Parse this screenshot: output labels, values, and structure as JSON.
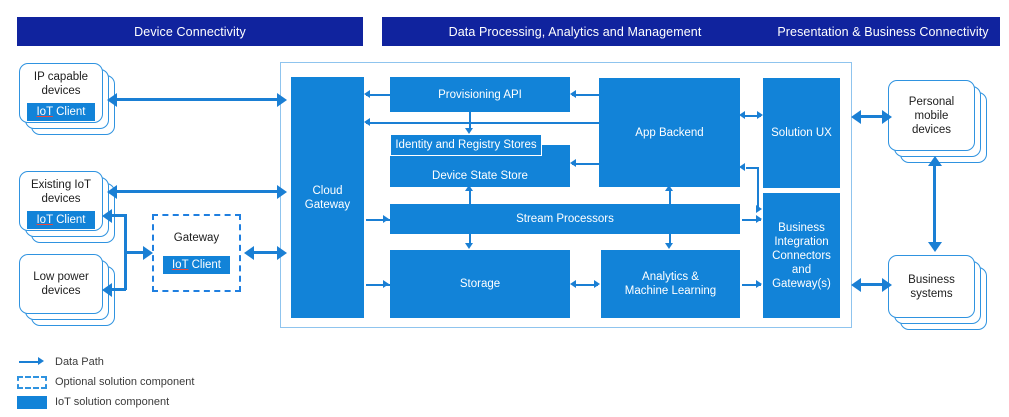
{
  "headers": [
    {
      "id": "device-connectivity",
      "label": "Device Connectivity"
    },
    {
      "id": "data-processing",
      "label": "Data Processing, Analytics and Management"
    },
    {
      "id": "presentation-business",
      "label": "Presentation & Business Connectivity"
    }
  ],
  "left_devices": [
    {
      "id": "ip-capable-devices",
      "label": "IP capable\ndevices",
      "client": "IoT Client",
      "client_prefix": "IoT",
      "client_suffix": " Client"
    },
    {
      "id": "existing-iot-devices",
      "label": "Existing IoT\ndevices",
      "client": "IoT Client",
      "client_prefix": "IoT",
      "client_suffix": " Client"
    },
    {
      "id": "low-power-devices",
      "label": "Low power\ndevices",
      "client": null
    }
  ],
  "gateway": {
    "label": "Gateway",
    "client": "IoT Client",
    "client_prefix": "IoT",
    "client_suffix": " Client"
  },
  "center_blocks": [
    {
      "id": "cloud-gateway",
      "label": "Cloud\nGateway"
    },
    {
      "id": "provisioning-api",
      "label": "Provisioning API"
    },
    {
      "id": "identity-registry-stores",
      "label": "Identity and Registry Stores"
    },
    {
      "id": "device-state-store",
      "label": "Device State Store"
    },
    {
      "id": "stream-processors",
      "label": "Stream Processors"
    },
    {
      "id": "storage",
      "label": "Storage"
    },
    {
      "id": "analytics-machine-learning",
      "label": "Analytics &\nMachine Learning"
    },
    {
      "id": "app-backend",
      "label": "App Backend"
    },
    {
      "id": "solution-ux",
      "label": "Solution UX"
    },
    {
      "id": "business-integration",
      "label": "Business\nIntegration\nConnectors\nand\nGateway(s)"
    }
  ],
  "right_devices": [
    {
      "id": "personal-mobile-devices",
      "label": "Personal\nmobile\ndevices"
    },
    {
      "id": "business-systems",
      "label": "Business\nsystems"
    }
  ],
  "legend": [
    {
      "id": "data-path",
      "label": "Data Path",
      "kind": "arrow"
    },
    {
      "id": "optional-solution-component",
      "label": "Optional solution component",
      "kind": "dashed"
    },
    {
      "id": "iot-solution-component",
      "label": "IoT solution component",
      "kind": "solid"
    }
  ],
  "colors": {
    "header_bar": "#10239e",
    "component_blue": "#1283d8",
    "arrow_blue": "#1a7fd4",
    "card_border": "#2f93e0",
    "panel_border": "#8fc4ee",
    "underline_red": "#e8493f"
  }
}
